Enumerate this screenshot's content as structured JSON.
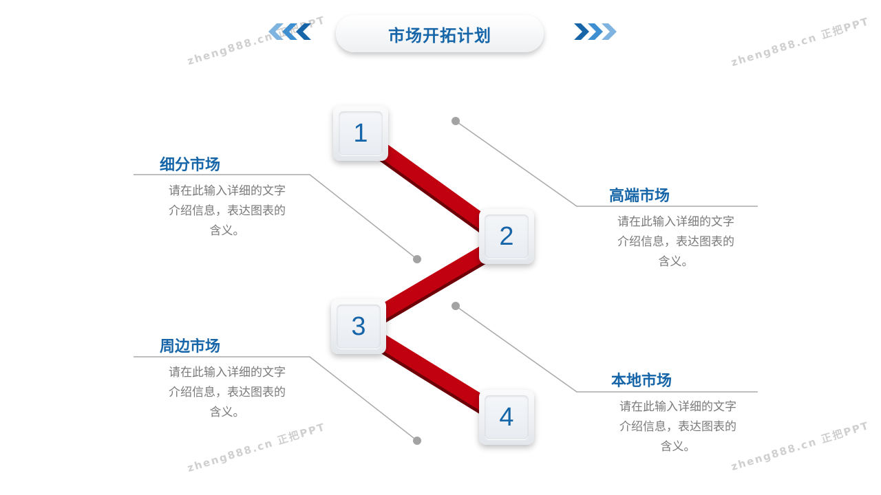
{
  "title": "市场开拓计划",
  "watermark": "zheng888.cn 正把PPT",
  "colors": {
    "accent": "#1565a8",
    "connector": "#b3000d",
    "line": "#a8a8a8"
  },
  "steps": [
    {
      "number": "1"
    },
    {
      "number": "2"
    },
    {
      "number": "3"
    },
    {
      "number": "4"
    }
  ],
  "markets": [
    {
      "heading": "细分市场",
      "lines": [
        "请在此输入详细的文字",
        "介绍信息，表达图表的",
        "含义。"
      ]
    },
    {
      "heading": "高端市场",
      "lines": [
        "请在此输入详细的文字",
        "介绍信息，表达图表的",
        "含义。"
      ]
    },
    {
      "heading": "周边市场",
      "lines": [
        "请在此输入详细的文字",
        "介绍信息，表达图表的",
        "含义。"
      ]
    },
    {
      "heading": "本地市场",
      "lines": [
        "请在此输入详细的文字",
        "介绍信息，表达图表的",
        "含义。"
      ]
    }
  ]
}
